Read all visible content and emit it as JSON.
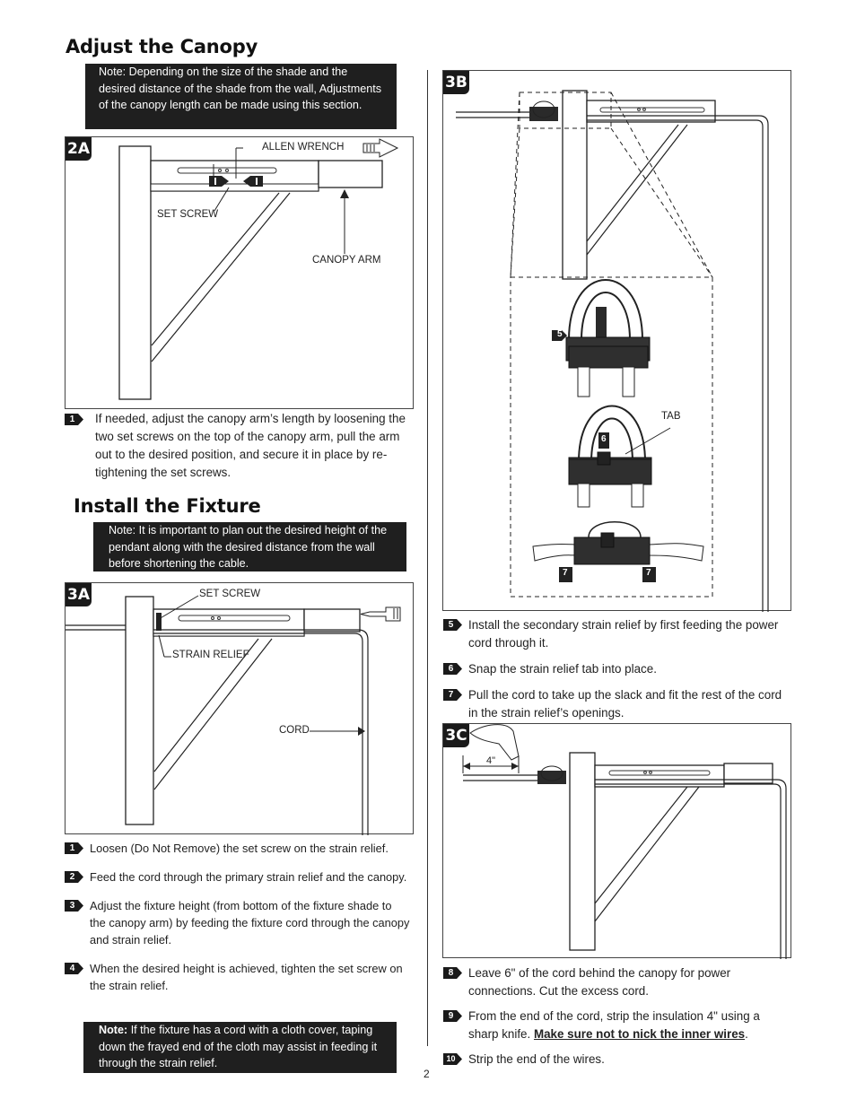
{
  "canopy": {
    "title": "Adjust the Canopy",
    "note": "Note: Depending on the size of the shade and the desired distance of the shade from the wall, Adjustments of the canopy length can be made using this section.",
    "fig_2a": {
      "label": "2A",
      "allen_wrench": "ALLEN WRENCH",
      "set_screw": "SET SCREW",
      "canopy_arm": "CANOPY ARM",
      "marker": "1"
    },
    "step1": {
      "num": "1",
      "text": "If needed, adjust the canopy arm’s length by loosening the two set screws on the top of the canopy arm, pull the arm out to the desired position, and secure it in place by re-tightening the set screws."
    }
  },
  "fixture": {
    "title": "Install the Fixture",
    "note": "Note: It is important to plan out the desired height of the pendant along with the desired distance from the wall before shortening the cable.",
    "fig_3a": {
      "label": "3A",
      "set_screw": "SET SCREW",
      "strain_relief": "STRAIN RELIEF",
      "cord": "CORD"
    },
    "steps": [
      {
        "num": "1",
        "text": "Loosen (Do Not Remove) the set screw on the strain relief."
      },
      {
        "num": "2",
        "text": "Feed the cord through the primary strain relief and the canopy."
      },
      {
        "num": "3",
        "text": "Adjust the fixture height (from bottom of the fixture shade to the canopy arm) by feeding the fixture cord through the canopy and strain relief."
      },
      {
        "num": "4",
        "text": "When the desired height is achieved, tighten the set screw on the strain relief."
      }
    ],
    "bottom_note_label": "Note:",
    "bottom_note": "If the fixture has a cord with a cloth cover, taping down the frayed end of the cloth may assist in feeding it through the strain relief."
  },
  "fig_3b": {
    "label": "3B",
    "tab": "TAB",
    "markers": [
      "5",
      "6",
      "7",
      "7"
    ]
  },
  "steps_3b": [
    {
      "num": "5",
      "text": "Install the secondary strain relief by first feeding the power cord through it."
    },
    {
      "num": "6",
      "text": "Snap the strain relief tab into place."
    },
    {
      "num": "7",
      "text": "Pull the cord to take up the slack and fit the rest of the cord in the strain relief’s openings."
    }
  ],
  "fig_3c": {
    "label": "3C",
    "dimension": "4\""
  },
  "steps_3c": [
    {
      "num": "8",
      "text": "Leave 6\" of the cord behind the canopy for power connections. Cut the excess cord."
    },
    {
      "num": "9",
      "text_before": "From the end of the cord, strip the insulation 4\" using a sharp knife. ",
      "text_bold": "Make sure not to nick the inner wires",
      "text_after": "."
    },
    {
      "num": "10",
      "text": "Strip the end of the wires."
    }
  ],
  "page_number": "2"
}
